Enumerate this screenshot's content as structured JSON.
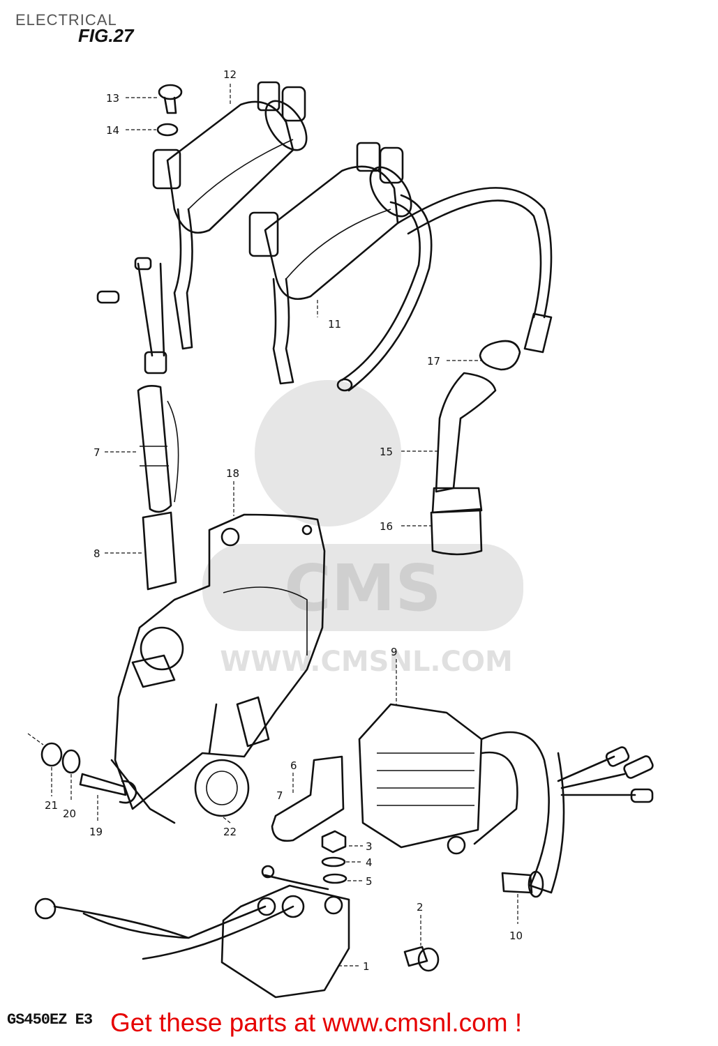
{
  "header": {
    "section": "ELECTRICAL",
    "figure": "FIG.27"
  },
  "footer": {
    "model_code": "GS450EZ E3",
    "promo_text": "Get these parts at www.cmsnl.com !"
  },
  "watermark": {
    "logo_text": "CMS",
    "url_text": "WWW.CMSNL.COM"
  },
  "callouts": {
    "c1": "1",
    "c2": "2",
    "c3": "3",
    "c4": "4",
    "c5": "5",
    "c6": "6",
    "c7a": "7",
    "c7b": "7",
    "c8": "8",
    "c9": "9",
    "c10": "10",
    "c11": "11",
    "c12": "12",
    "c13": "13",
    "c14": "14",
    "c15": "15",
    "c16": "16",
    "c17": "17",
    "c18": "18",
    "c19": "19",
    "c20": "20",
    "c21": "21",
    "c22": "22"
  },
  "colors": {
    "ink": "#111111",
    "promo": "#e60000",
    "watermark": "#e0e0e0"
  }
}
